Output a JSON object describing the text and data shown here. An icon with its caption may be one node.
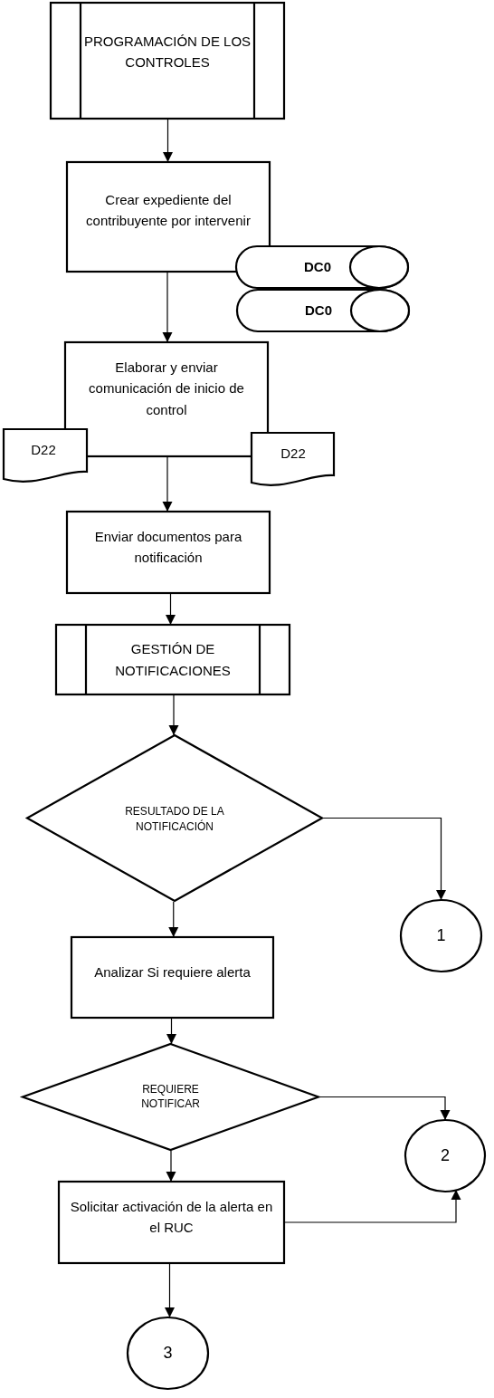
{
  "diagram": {
    "nodes": [
      {
        "text": [
          "PROGRAMACIÓN DE LOS CONTROLES"
        ]
      },
      {
        "text": [
          "Crear expediente del contribuyente por intervenir"
        ]
      },
      {
        "text": [
          "DC0"
        ]
      },
      {
        "text": [
          "DC0"
        ]
      },
      {
        "text": [
          "Elaborar y enviar comunicación de inicio de control"
        ]
      },
      {
        "text": [
          "D22"
        ]
      },
      {
        "text": [
          "D22"
        ]
      },
      {
        "text": [
          "Enviar documentos para notificación"
        ]
      },
      {
        "text": [
          "GESTIÓN DE NOTIFICACIONES"
        ]
      },
      {
        "text": [
          "RESULTADO DE LA NOTIFICACIÓN"
        ]
      },
      {
        "text": [
          "1"
        ]
      },
      {
        "text": [
          "Analizar Si requiere alerta"
        ]
      },
      {
        "text": [
          "REQUIERE NOTIFICAR"
        ]
      },
      {
        "text": [
          "2"
        ]
      },
      {
        "text": [
          "Solicitar activación de la alerta en el RUC"
        ]
      },
      {
        "text": [
          "3"
        ]
      }
    ],
    "edges": [
      {
        "from": 0,
        "to": 1,
        "arrow": "to"
      },
      {
        "from": 1,
        "to": 4,
        "arrow": "to"
      },
      {
        "from": 4,
        "to": 7,
        "arrow": "to"
      },
      {
        "from": 7,
        "to": 8,
        "arrow": "to"
      },
      {
        "from": 8,
        "to": 9,
        "arrow": "to"
      },
      {
        "from": 9,
        "to": 10,
        "arrow": "to"
      },
      {
        "from": 9,
        "to": 11,
        "arrow": "to"
      },
      {
        "from": 11,
        "to": 12,
        "arrow": "to"
      },
      {
        "from": 12,
        "to": 13,
        "arrow": "to"
      },
      {
        "from": 12,
        "to": 14,
        "arrow": "to"
      },
      {
        "from": 14,
        "to": 13,
        "arrow": "to"
      },
      {
        "from": 14,
        "to": 15,
        "arrow": "to"
      }
    ]
  }
}
